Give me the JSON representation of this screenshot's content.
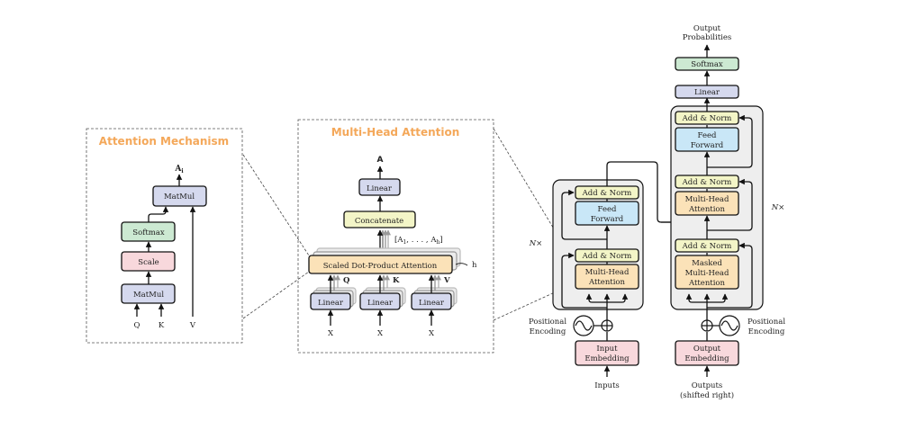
{
  "colors": {
    "title_orange": "#f4a85a",
    "fill_blue_gray": "#d5d9ee",
    "fill_green": "#cce9d2",
    "fill_pink": "#f8d8dc",
    "fill_yellow": "#f3f5c7",
    "fill_orange": "#fbe2b8",
    "fill_cyan": "#c9e7f7",
    "fill_stack": "#ececec",
    "layer_gray": "#eeeeee"
  },
  "attention_panel": {
    "title": "Attention Mechanism",
    "output": "A",
    "output_sub": "i",
    "matmul_top": "MatMul",
    "softmax": "Softmax",
    "scale": "Scale",
    "matmul_bottom": "MatMul",
    "inputs": [
      "Q",
      "K",
      "V"
    ]
  },
  "mha_panel": {
    "title": "Multi-Head Attention",
    "output": "A",
    "linear_top": "Linear",
    "concat": "Concatenate",
    "heads_open": "[A",
    "heads_sub1": "1",
    "heads_mid": ", . . . , A",
    "heads_subh": "h",
    "heads_close": "]",
    "sdpa": "Scaled Dot-Product Attention",
    "h": "h",
    "linears": [
      "Linear",
      "Linear",
      "Linear"
    ],
    "qkv": [
      "Q",
      "K",
      "V"
    ],
    "inputs": [
      "X",
      "X",
      "X"
    ]
  },
  "transformer": {
    "encoder": {
      "nx": "N×",
      "add_norm_top": "Add & Norm",
      "ff_line1": "Feed",
      "ff_line2": "Forward",
      "add_norm_bottom": "Add & Norm",
      "mha_line1": "Multi-Head",
      "mha_line2": "Attention",
      "pos_enc_line1": "Positional",
      "pos_enc_line2": "Encoding",
      "emb_line1": "Input",
      "emb_line2": "Embedding",
      "inputs": "Inputs"
    },
    "decoder": {
      "nx": "N×",
      "output_line1": "Output",
      "output_line2": "Probabilities",
      "softmax": "Softmax",
      "linear": "Linear",
      "add_norm_3": "Add & Norm",
      "ff_line1": "Feed",
      "ff_line2": "Forward",
      "add_norm_2": "Add & Norm",
      "mha_line1": "Multi-Head",
      "mha_line2": "Attention",
      "add_norm_1": "Add & Norm",
      "masked_line1": "Masked",
      "masked_line2": "Multi-Head",
      "masked_line3": "Attention",
      "pos_enc_line1": "Positional",
      "pos_enc_line2": "Encoding",
      "emb_line1": "Output",
      "emb_line2": "Embedding",
      "outputs_line1": "Outputs",
      "outputs_line2": "(shifted right)"
    }
  }
}
